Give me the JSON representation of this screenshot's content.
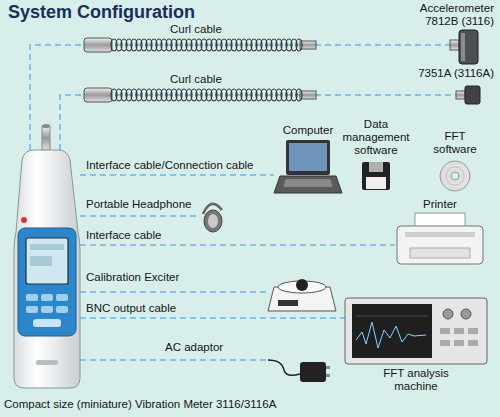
{
  "diagram": {
    "title": "System Configuration",
    "nodes": [
      {
        "text": [
          "Compact size (miniature) Vibration Meter 3116/3116A"
        ]
      },
      {
        "text": [
          "Accelerometer 7812B (3116)"
        ]
      },
      {
        "text": [
          "7351A (3116A)"
        ]
      },
      {
        "text": [
          "Computer"
        ]
      },
      {
        "text": [
          "Data management software"
        ]
      },
      {
        "text": [
          "FFT software"
        ]
      },
      {
        "text": [
          "Portable Headphone"
        ]
      },
      {
        "text": [
          "Printer"
        ]
      },
      {
        "text": [
          "Calibration Exciter"
        ]
      },
      {
        "text": [
          "FFT analysis machine"
        ]
      },
      {
        "text": [
          "AC adaptor"
        ]
      }
    ],
    "edges": [
      {
        "from": 0,
        "to": 1,
        "label": "Curl cable",
        "arrow": "none"
      },
      {
        "from": 0,
        "to": 2,
        "label": "Curl cable",
        "arrow": "none"
      },
      {
        "from": 0,
        "to": 3,
        "label": "Interface cable/Connection cable",
        "arrow": "none"
      },
      {
        "from": 0,
        "to": 6,
        "arrow": "none"
      },
      {
        "from": 0,
        "to": 7,
        "label": "Interface cable",
        "arrow": "none"
      },
      {
        "from": 0,
        "to": 8,
        "arrow": "none"
      },
      {
        "from": 0,
        "to": 9,
        "label": "BNC output cable",
        "arrow": "none"
      },
      {
        "from": 0,
        "to": 10,
        "arrow": "none"
      }
    ]
  }
}
